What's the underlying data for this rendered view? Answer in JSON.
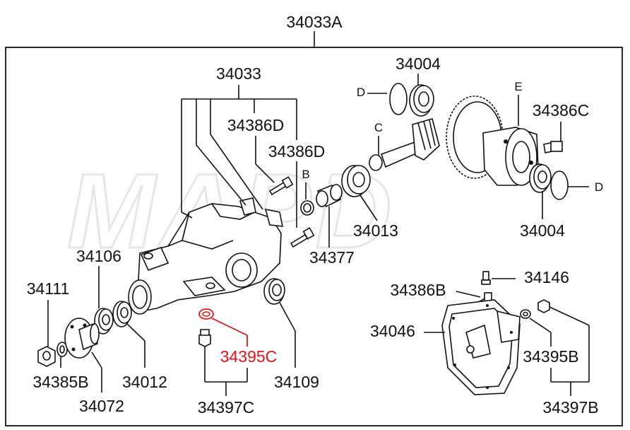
{
  "assembly_label": "34033A",
  "watermark": "MAPD",
  "callouts": {
    "housing": "34033",
    "bolt_d_upper": "34386D",
    "bolt_d_lower": "34386D",
    "bearing_top": "34004",
    "bearing_right": "34004",
    "bolt_c": "34386C",
    "spacer": "34013",
    "plug_34377": "34377",
    "seal_34106": "34106",
    "nut_34111": "34111",
    "washer_34385b": "34385B",
    "flange_34072": "34072",
    "seal_34012": "34012",
    "washer_34395c": "34395C",
    "plug_34397c": "34397C",
    "seal_34109": "34109",
    "breather_34146": "34146",
    "bolt_34386b": "34386B",
    "cover_34046": "34046",
    "washer_34395b": "34395B",
    "plug_34397b": "34397B"
  },
  "letters": {
    "b": "B",
    "c": "C",
    "d_left": "D",
    "d_right": "D",
    "e": "E"
  },
  "colors": {
    "highlight": "#e8101a",
    "line": "#111111",
    "watermark": "#e6e6e6"
  }
}
